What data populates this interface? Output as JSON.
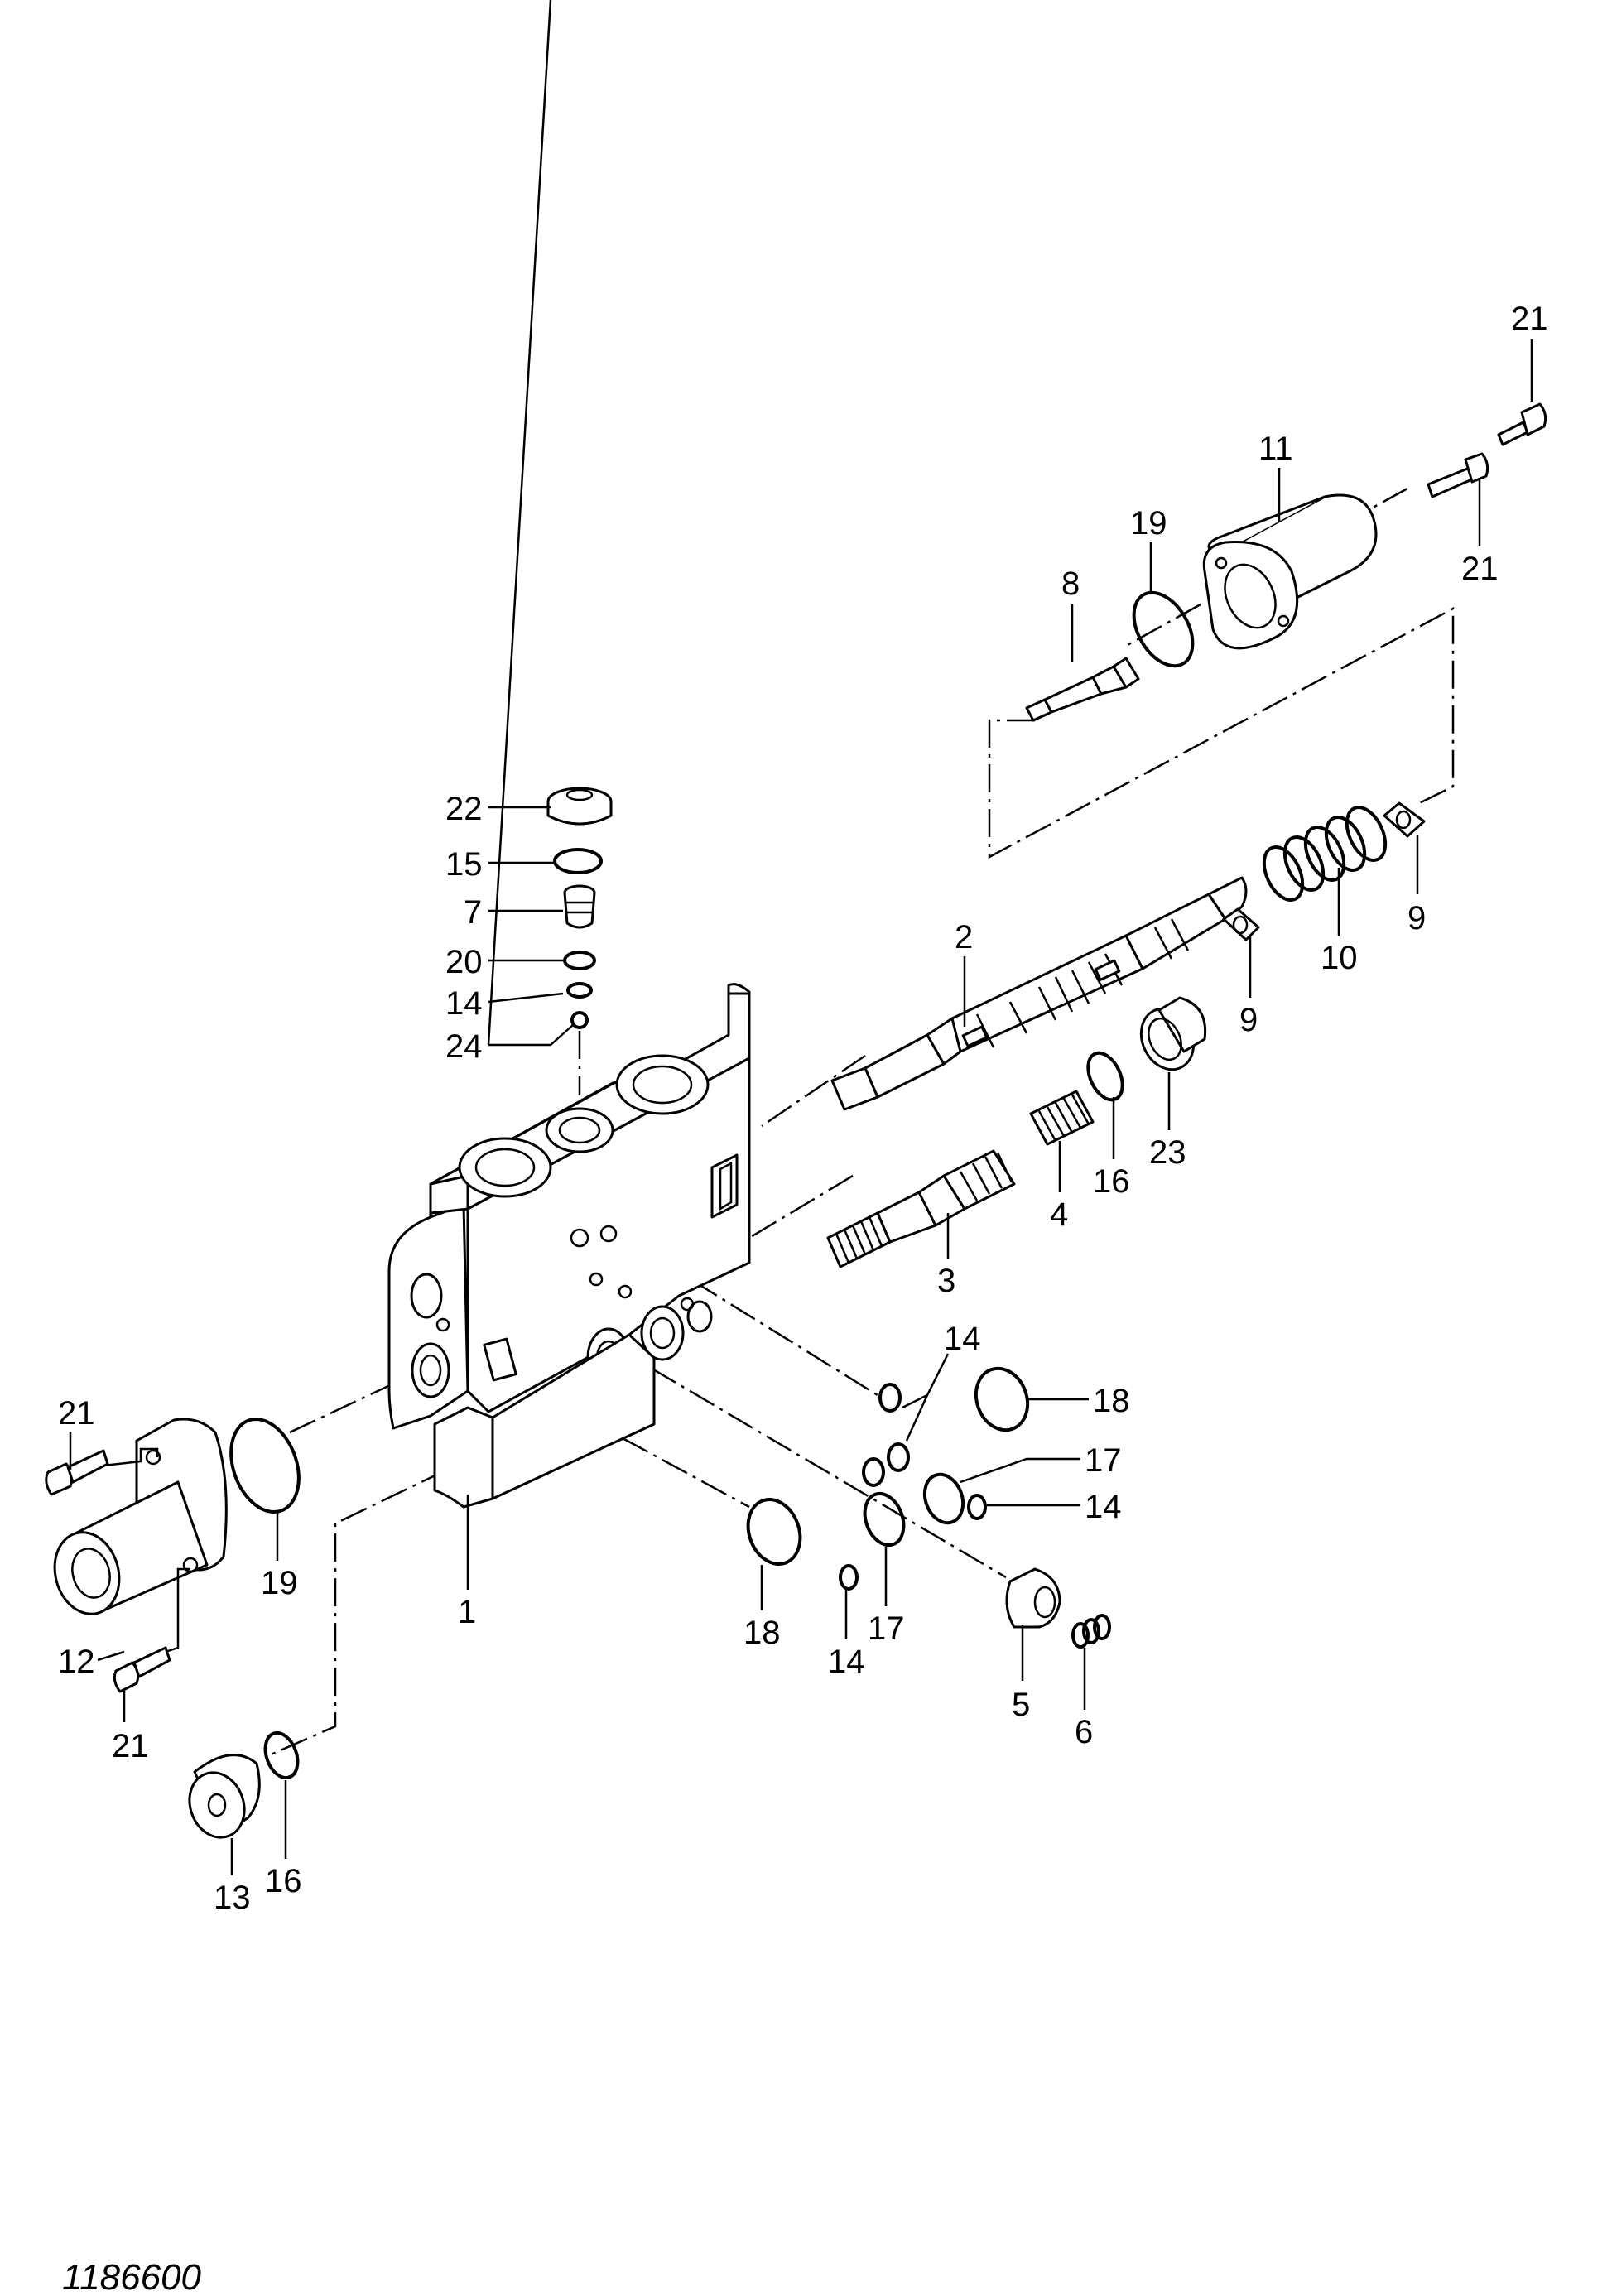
{
  "drawing_code": "1186600",
  "callouts": [
    {
      "id": "c21a",
      "text": "21"
    },
    {
      "id": "c11",
      "text": "11"
    },
    {
      "id": "c19a",
      "text": "19"
    },
    {
      "id": "c8",
      "text": "8"
    },
    {
      "id": "c21b",
      "text": "21"
    },
    {
      "id": "c22",
      "text": "22"
    },
    {
      "id": "c15",
      "text": "15"
    },
    {
      "id": "c7",
      "text": "7"
    },
    {
      "id": "c20",
      "text": "20"
    },
    {
      "id": "c14a",
      "text": "14"
    },
    {
      "id": "c24",
      "text": "24"
    },
    {
      "id": "c2",
      "text": "2"
    },
    {
      "id": "c9a",
      "text": "9"
    },
    {
      "id": "c10",
      "text": "10"
    },
    {
      "id": "c9b",
      "text": "9"
    },
    {
      "id": "c23",
      "text": "23"
    },
    {
      "id": "c16a",
      "text": "16"
    },
    {
      "id": "c4",
      "text": "4"
    },
    {
      "id": "c3",
      "text": "3"
    },
    {
      "id": "c14b",
      "text": "14"
    },
    {
      "id": "c18a",
      "text": "18"
    },
    {
      "id": "c17a",
      "text": "17"
    },
    {
      "id": "c14c",
      "text": "14"
    },
    {
      "id": "c21c",
      "text": "21"
    },
    {
      "id": "c19b",
      "text": "19"
    },
    {
      "id": "c1",
      "text": "1"
    },
    {
      "id": "c12",
      "text": "12"
    },
    {
      "id": "c21d",
      "text": "21"
    },
    {
      "id": "c18b",
      "text": "18"
    },
    {
      "id": "c17b",
      "text": "17"
    },
    {
      "id": "c14d",
      "text": "14"
    },
    {
      "id": "c5",
      "text": "5"
    },
    {
      "id": "c6",
      "text": "6"
    },
    {
      "id": "c13",
      "text": "13"
    },
    {
      "id": "c16b",
      "text": "16"
    }
  ]
}
